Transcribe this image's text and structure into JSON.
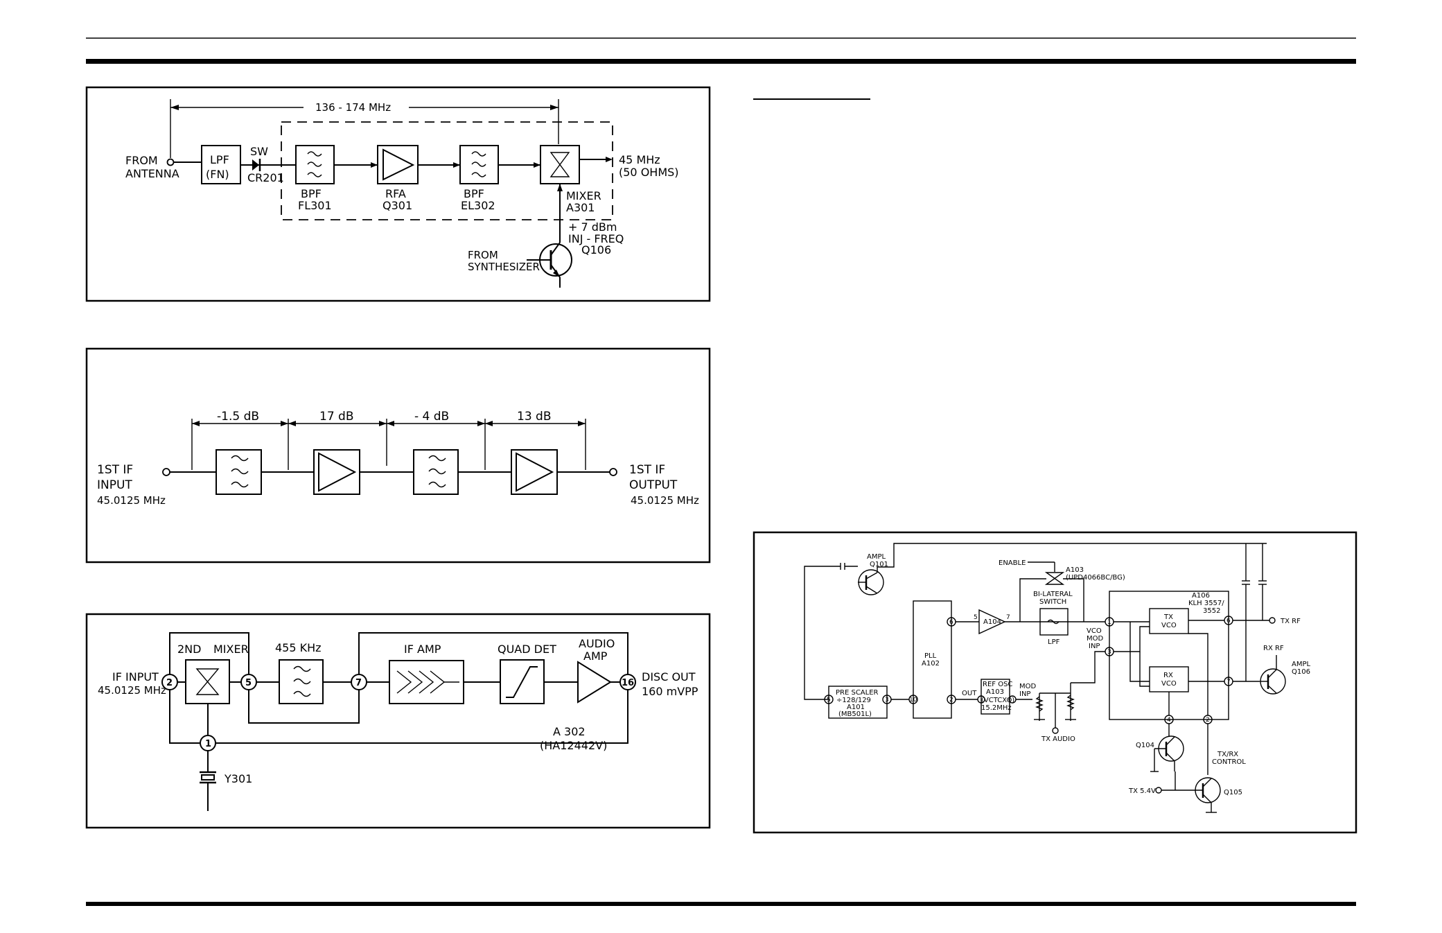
{
  "frontend": {
    "freq_range": "136 - 174 MHz",
    "from_antenna": [
      "FROM",
      "ANTENNA"
    ],
    "lpf": [
      "LPF",
      "(FN)"
    ],
    "sw": "SW",
    "cr201": "CR201",
    "bpf1": [
      "BPF",
      "FL301"
    ],
    "rfa": [
      "RFA",
      "Q301"
    ],
    "bpf2": [
      "BPF",
      "EL302"
    ],
    "mixer": [
      "MIXER",
      "A301"
    ],
    "output": [
      "45 MHz",
      "(50 OHMS)"
    ],
    "inj": [
      "+ 7 dBm",
      "INJ - FREQ"
    ],
    "from_synth": [
      "FROM",
      "SYNTHESIZER"
    ],
    "q106": "Q106"
  },
  "if_stage": {
    "gains": [
      "-1.5 dB",
      "17 dB",
      "- 4 dB",
      "13 dB"
    ],
    "input": [
      "1ST  IF",
      "INPUT",
      "45.0125 MHz"
    ],
    "output": [
      "1ST  IF",
      "OUTPUT",
      "45.0125 MHz"
    ]
  },
  "second_if": {
    "mixer_label": [
      "2ND",
      "MIXER"
    ],
    "filter": "455 KHz",
    "if_amp": "IF AMP",
    "quad_det": "QUAD DET",
    "audio_amp": [
      "AUDIO",
      "AMP"
    ],
    "if_input": [
      "IF INPUT",
      "45.0125 MHz"
    ],
    "disc_out": [
      "DISC OUT",
      "160 mVPP"
    ],
    "ic": [
      "A 302",
      "(HA12442V)"
    ],
    "crystal": "Y301",
    "pins": [
      "2",
      "5",
      "7",
      "16",
      "1"
    ]
  },
  "synth": {
    "ampl_q101": [
      "AMPL",
      "Q101"
    ],
    "enable": "ENABLE",
    "a103": [
      "A103",
      "(UPD4066BC/BG)"
    ],
    "bilateral": [
      "BI-LATERAL",
      "SWITCH"
    ],
    "lpf": "LPF",
    "pll": [
      "PLL",
      "A102"
    ],
    "a104": "A104",
    "a106": [
      "A106",
      "KLH 3557/",
      "3552"
    ],
    "tx_vco": [
      "TX",
      "VCO"
    ],
    "rx_vco": [
      "RX",
      "VCO"
    ],
    "tx_rf": "TX RF",
    "rx_rf": "RX RF",
    "ampl_q106": [
      "AMPL",
      "Q106"
    ],
    "vco_mod_inp": [
      "VCO",
      "MOD",
      "INP"
    ],
    "prescaler": [
      "PRE  SCALER",
      "÷128/129",
      "A101",
      "(MB501L)"
    ],
    "ref_osc": [
      "REF OSC",
      "A103",
      "(VCTCXO)",
      "15.2MHz"
    ],
    "out": "OUT",
    "mod_inp": [
      "MOD",
      "INP"
    ],
    "tx_audio": "TX AUDIO",
    "q104": "Q104",
    "q105": "Q105",
    "txrx_control": [
      "TX/RX",
      "CONTROL"
    ],
    "tx_5v": "TX 5.4V",
    "pins": [
      "5",
      "3",
      "10",
      "2",
      "6",
      "5",
      "7",
      "1",
      "3",
      "6",
      "7",
      "4",
      "2"
    ]
  }
}
